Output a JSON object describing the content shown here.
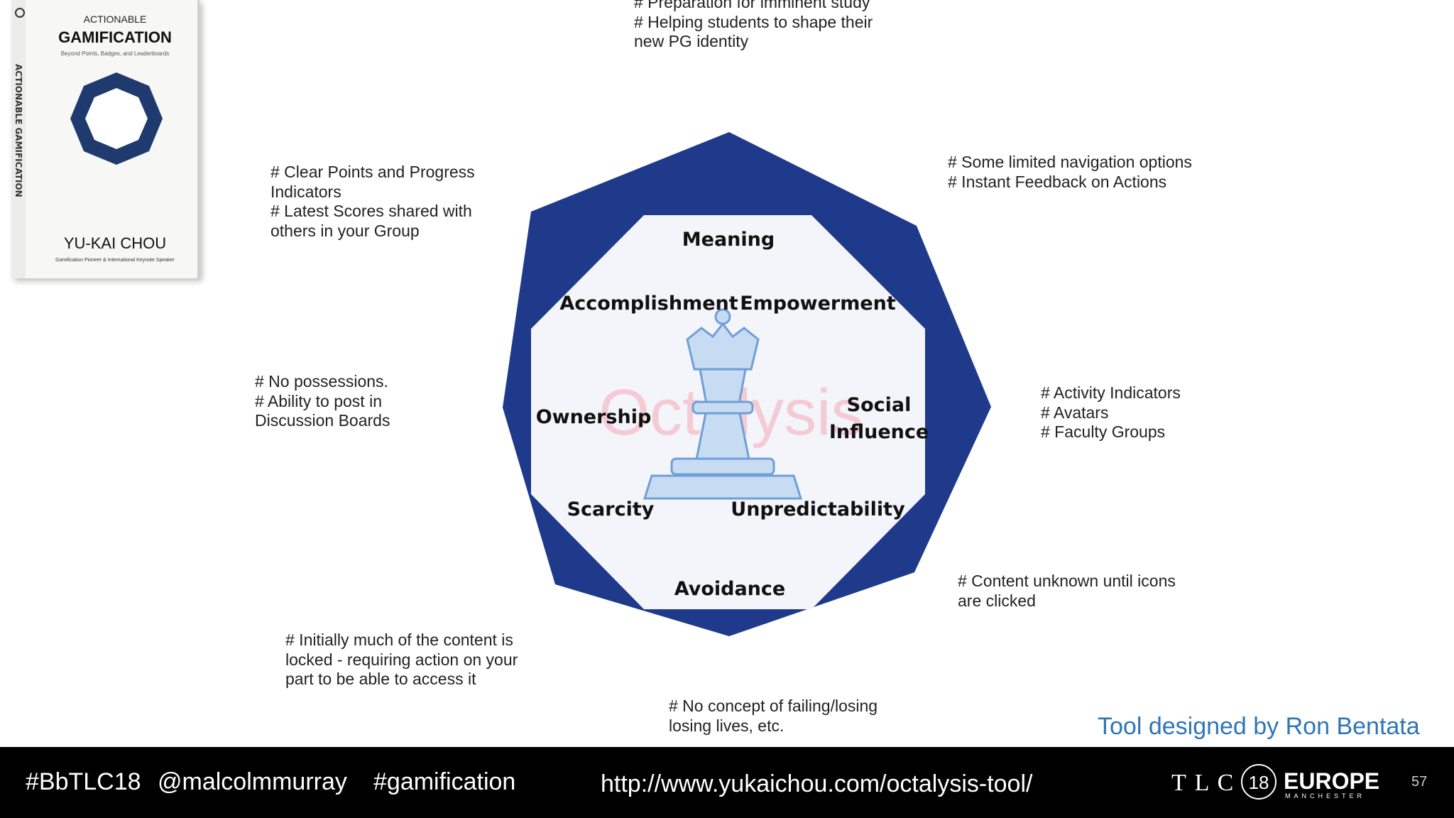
{
  "book": {
    "subtitle_top": "ACTIONABLE",
    "title": "GAMIFICATION",
    "tagline": "Beyond Points, Badges, and Leaderboards",
    "spine_text": "ACTIONABLE GAMIFICATION",
    "author": "YU-KAI CHOU",
    "author_caption": "Gamification Pioneer & International Keynote Speaker"
  },
  "diagram": {
    "watermark": "Octalysis",
    "drives": {
      "meaning": "Meaning",
      "accomplishment": "Accomplishment",
      "empowerment": "Empowerment",
      "ownership": "Ownership",
      "social_1": "Social",
      "social_2": "Influence",
      "scarcity": "Scarcity",
      "unpredictability": "Unpredictability",
      "avoidance": "Avoidance"
    },
    "colors": {
      "outer": "#1f3a8a",
      "inner_fill": "#f4f4fb",
      "piece": "#c7dcf3"
    }
  },
  "notes": {
    "meaning": [
      "# Preparation for imminent study",
      "# Helping students to shape their",
      "new PG identity"
    ],
    "accomplishment": [
      "# Clear Points and Progress",
      "Indicators",
      "# Latest Scores shared with",
      "others in your Group"
    ],
    "empowerment": [
      "# Some limited navigation options",
      "# Instant Feedback on Actions"
    ],
    "ownership": [
      "# No possessions.",
      "# Ability to post in",
      "Discussion Boards"
    ],
    "social": [
      "# Activity Indicators",
      "# Avatars",
      "# Faculty Groups"
    ],
    "scarcity": [
      "# Initially much of the content is",
      "locked - requiring action on your",
      "part to be able to access it"
    ],
    "unpredictability": [
      "# Content unknown until icons",
      "are clicked"
    ],
    "avoidance": [
      "# No concept of failing/losing",
      "losing lives, etc."
    ]
  },
  "credit": "Tool designed by Ron Bentata",
  "footer": {
    "hashtag1": "#BbTLC18",
    "handle": "@malcolmmurray",
    "hashtag2": "#gamification",
    "url": "http://www.yukaichou.com/octalysis-tool/",
    "logo_tlc": "T L C",
    "logo_num": "18",
    "logo_europe": "EUROPE",
    "logo_city": "MANCHESTER",
    "slide_number": "57"
  },
  "colors": {
    "credit": "#2e75b6",
    "footer_bg": "#000000"
  }
}
